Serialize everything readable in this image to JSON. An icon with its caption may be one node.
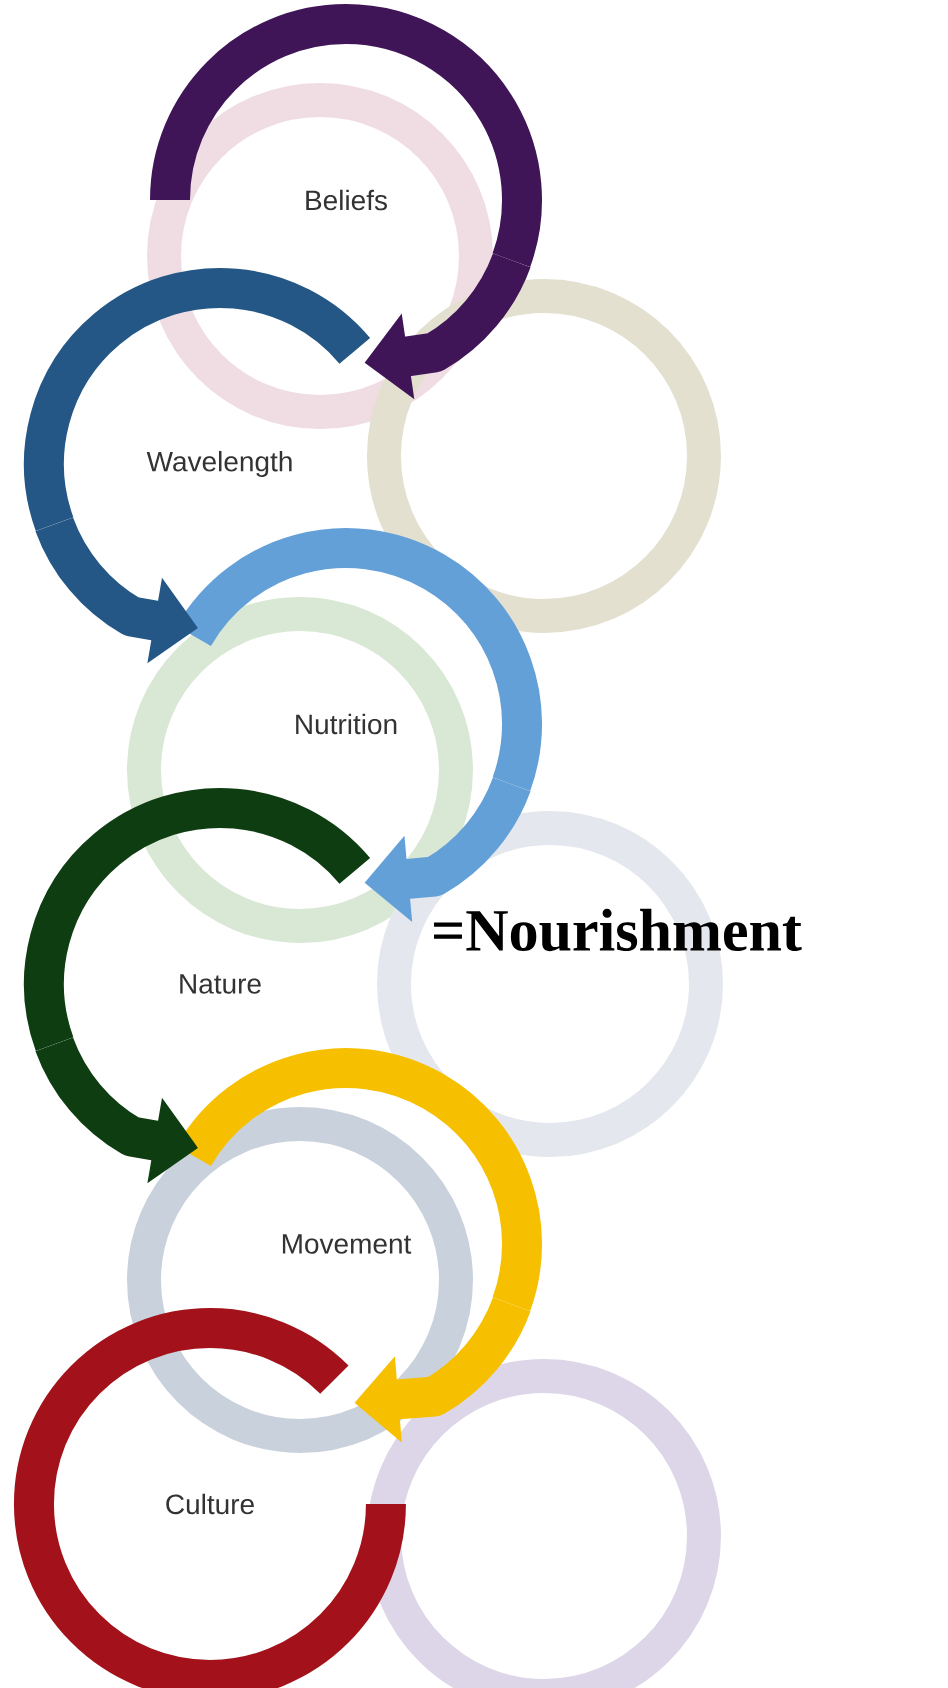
{
  "diagram": {
    "nodes": [
      {
        "text": [
          "Beliefs"
        ]
      },
      {
        "text": [
          "Wavelength"
        ]
      },
      {
        "text": [
          "Nutrition"
        ]
      },
      {
        "text": [
          "Nature"
        ]
      },
      {
        "text": [
          "Movement"
        ]
      },
      {
        "text": [
          "Culture"
        ]
      }
    ],
    "edges": [
      {
        "from": 0,
        "to": 1,
        "arrow": "to",
        "color": "#3f1558"
      },
      {
        "from": 1,
        "to": 2,
        "arrow": "to",
        "color": "#245786"
      },
      {
        "from": 2,
        "to": 3,
        "arrow": "to",
        "color": "#63a0d8"
      },
      {
        "from": 3,
        "to": 4,
        "arrow": "to",
        "color": "#0f3d12"
      },
      {
        "from": 4,
        "to": 5,
        "arrow": "to",
        "color": "#f6c000"
      }
    ],
    "labels": [
      "=Nourishment"
    ]
  }
}
